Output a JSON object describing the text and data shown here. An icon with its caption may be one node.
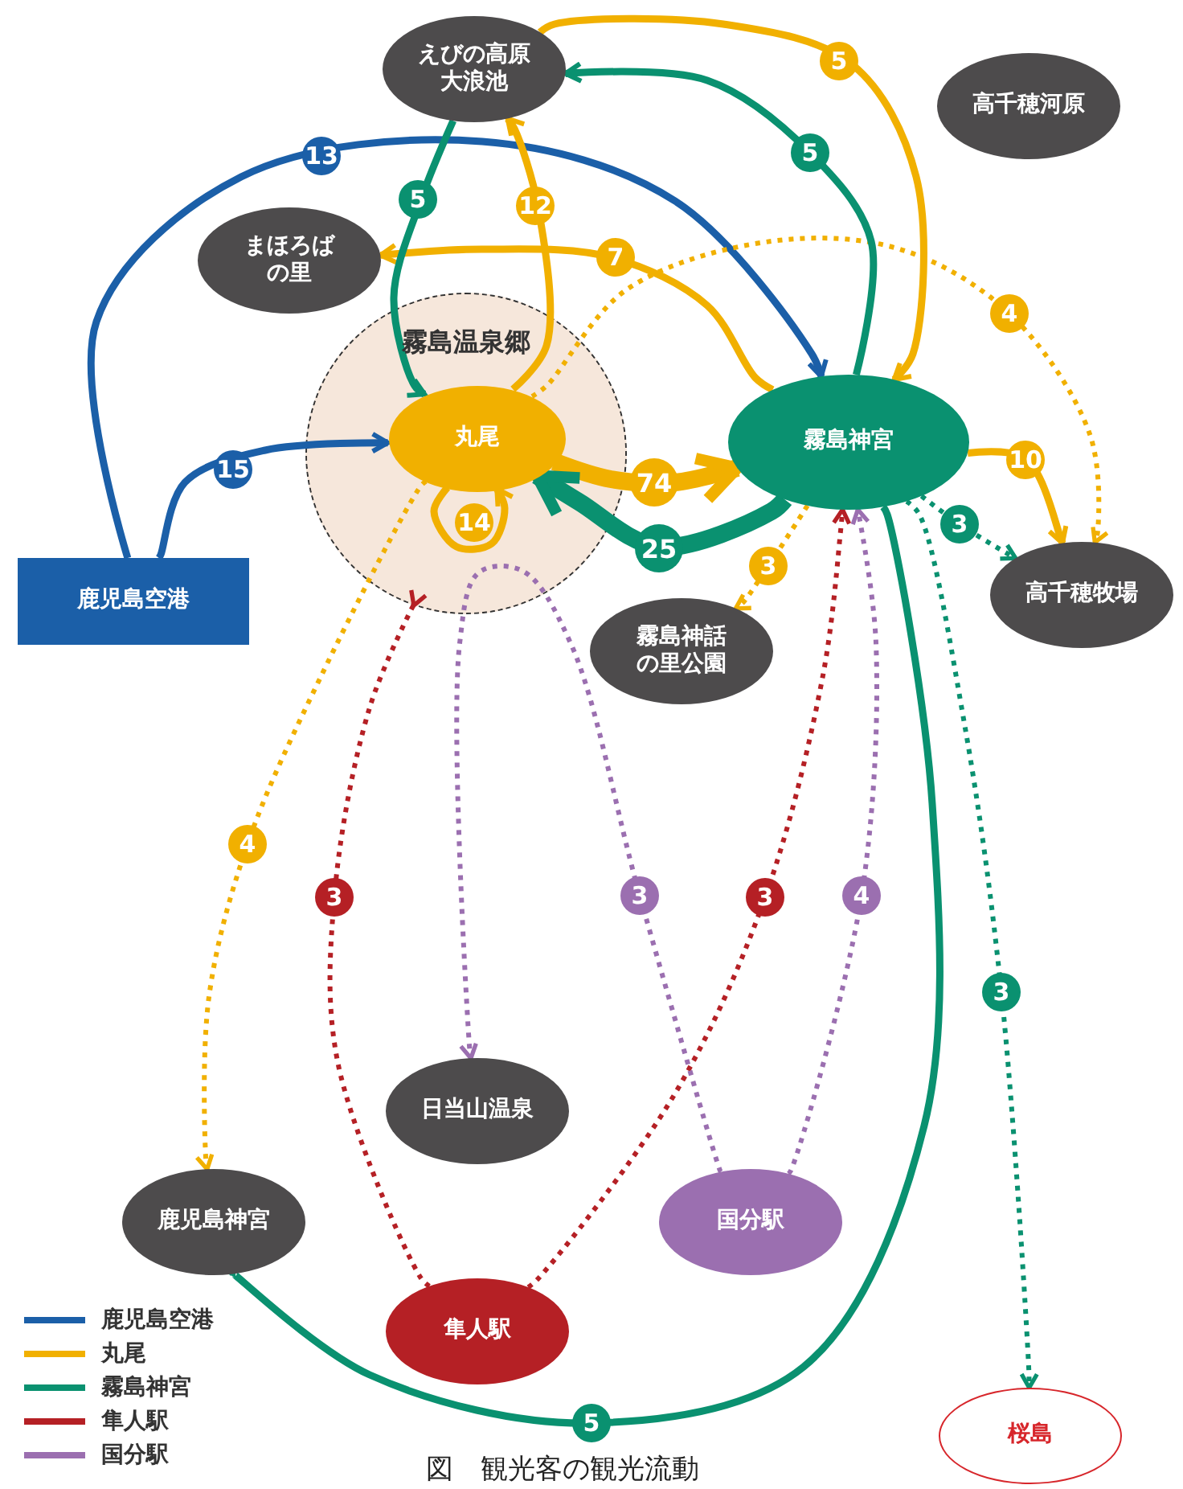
{
  "diagram": {
    "caption": "図　観光客の観光流動",
    "nodes": [
      {
        "text": [
          "霧島温泉郷"
        ]
      },
      {
        "text": [
          "丸尾"
        ],
        "in": 0
      },
      {
        "text": [
          "えびの高原大浪池"
        ]
      },
      {
        "text": [
          "まほろばの里"
        ]
      },
      {
        "text": [
          "高千穂河原"
        ]
      },
      {
        "text": [
          "鹿児島空港"
        ]
      },
      {
        "text": [
          "霧島神宮"
        ]
      },
      {
        "text": [
          "高千穂牧場"
        ]
      },
      {
        "text": [
          "霧島神話の里公園"
        ]
      },
      {
        "text": [
          "日当山温泉"
        ]
      },
      {
        "text": [
          "鹿児島神宮"
        ]
      },
      {
        "text": [
          "国分駅"
        ]
      },
      {
        "text": [
          "隼人駅"
        ]
      },
      {
        "text": [
          "桜島"
        ]
      }
    ],
    "edges": [
      {
        "from": 5,
        "to": 6,
        "arrow": "to",
        "label": "13",
        "color": "#1b5fa8"
      },
      {
        "from": 5,
        "to": 1,
        "arrow": "to",
        "label": "15",
        "color": "#1b5fa8"
      },
      {
        "from": 1,
        "to": 2,
        "arrow": "to",
        "label": "12"
      },
      {
        "from": 1,
        "to": 6,
        "arrow": "to",
        "label": "74",
        "style": "thick"
      },
      {
        "from": 1,
        "to": 1,
        "arrow": "to",
        "label": "14"
      },
      {
        "from": 6,
        "to": 3,
        "arrow": "to",
        "label": "7"
      },
      {
        "from": 2,
        "to": 6,
        "arrow": "to",
        "label": "5"
      },
      {
        "from": 1,
        "to": 7,
        "arrow": "to",
        "label": "4",
        "style": "dashed"
      },
      {
        "from": 6,
        "to": 7,
        "arrow": "to",
        "label": "10"
      },
      {
        "from": 6,
        "to": 8,
        "arrow": "to",
        "label": "3",
        "style": "dashed"
      },
      {
        "from": 1,
        "to": 10,
        "arrow": "to",
        "label": "4",
        "style": "dashed"
      },
      {
        "from": 6,
        "to": 2,
        "arrow": "to",
        "label": "5",
        "color": "#0a9170"
      },
      {
        "from": 2,
        "to": 1,
        "arrow": "to",
        "label": "5",
        "color": "#0a9170"
      },
      {
        "from": 6,
        "to": 1,
        "arrow": "to",
        "label": "25",
        "style": "thick",
        "color": "#0a9170"
      },
      {
        "from": 6,
        "to": 7,
        "arrow": "to",
        "label": "3",
        "style": "dashed",
        "color": "#0a9170"
      },
      {
        "from": 6,
        "to": 13,
        "arrow": "to",
        "label": "3",
        "style": "dashed",
        "color": "#0a9170"
      },
      {
        "from": 6,
        "to": 10,
        "arrow": "to",
        "label": "5",
        "color": "#0a9170"
      },
      {
        "from": 12,
        "to": 0,
        "arrow": "to",
        "label": "3",
        "style": "dashed",
        "color": "#b52025"
      },
      {
        "from": 12,
        "to": 6,
        "arrow": "to",
        "label": "3",
        "style": "dashed",
        "color": "#b52025"
      },
      {
        "from": 11,
        "to": 6,
        "arrow": "to",
        "label": "4",
        "style": "dashed",
        "color": "#9b6fb0"
      },
      {
        "from": 11,
        "to": 9,
        "arrow": "to",
        "label": "3",
        "style": "dashed",
        "color": "#9b6fb0"
      }
    ],
    "legend": [
      {
        "text": "鹿児島空港"
      },
      {
        "text": "丸尾"
      },
      {
        "text": "霧島神宮"
      },
      {
        "text": "隼人駅"
      },
      {
        "text": "国分駅"
      }
    ]
  }
}
